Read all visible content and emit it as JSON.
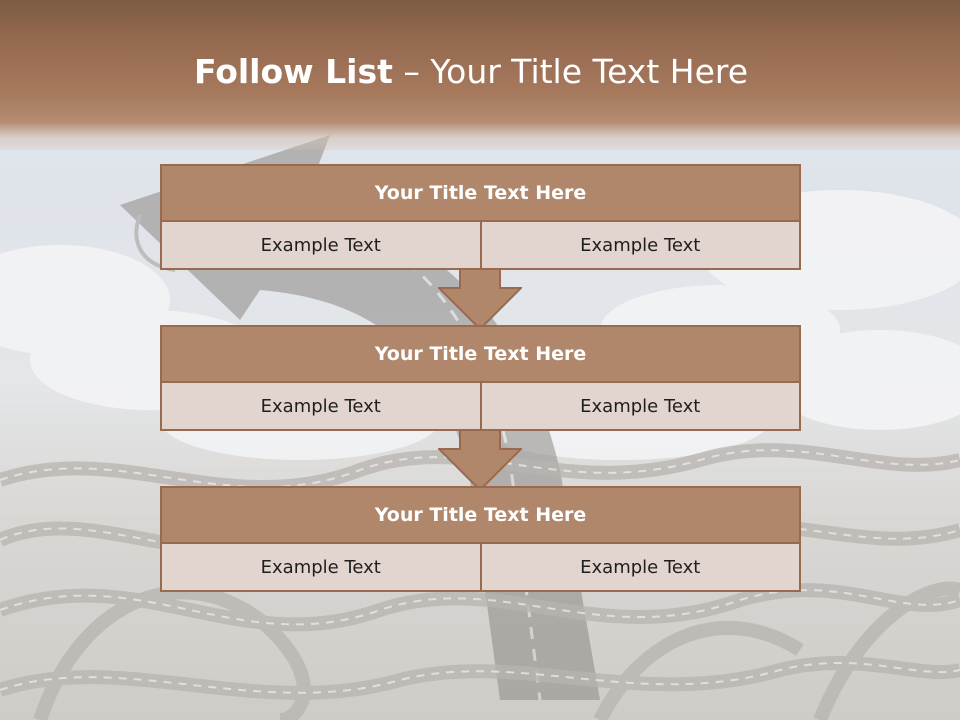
{
  "slide": {
    "title_bold": "Follow List",
    "title_rest": " – Your Title Text Here"
  },
  "blocks": [
    {
      "title": "Your Title Text Here",
      "left": "Example Text",
      "right": "Example Text"
    },
    {
      "title": "Your Title Text Here",
      "left": "Example Text",
      "right": "Example Text"
    },
    {
      "title": "Your Title Text Here",
      "left": "Example Text",
      "right": "Example Text"
    }
  ],
  "colors": {
    "header_band": "#a77a5e",
    "block_title": "#b1876c",
    "block_cell": "#e2d4cf",
    "border": "#9a6a4e",
    "arrow": "#b1876c"
  }
}
